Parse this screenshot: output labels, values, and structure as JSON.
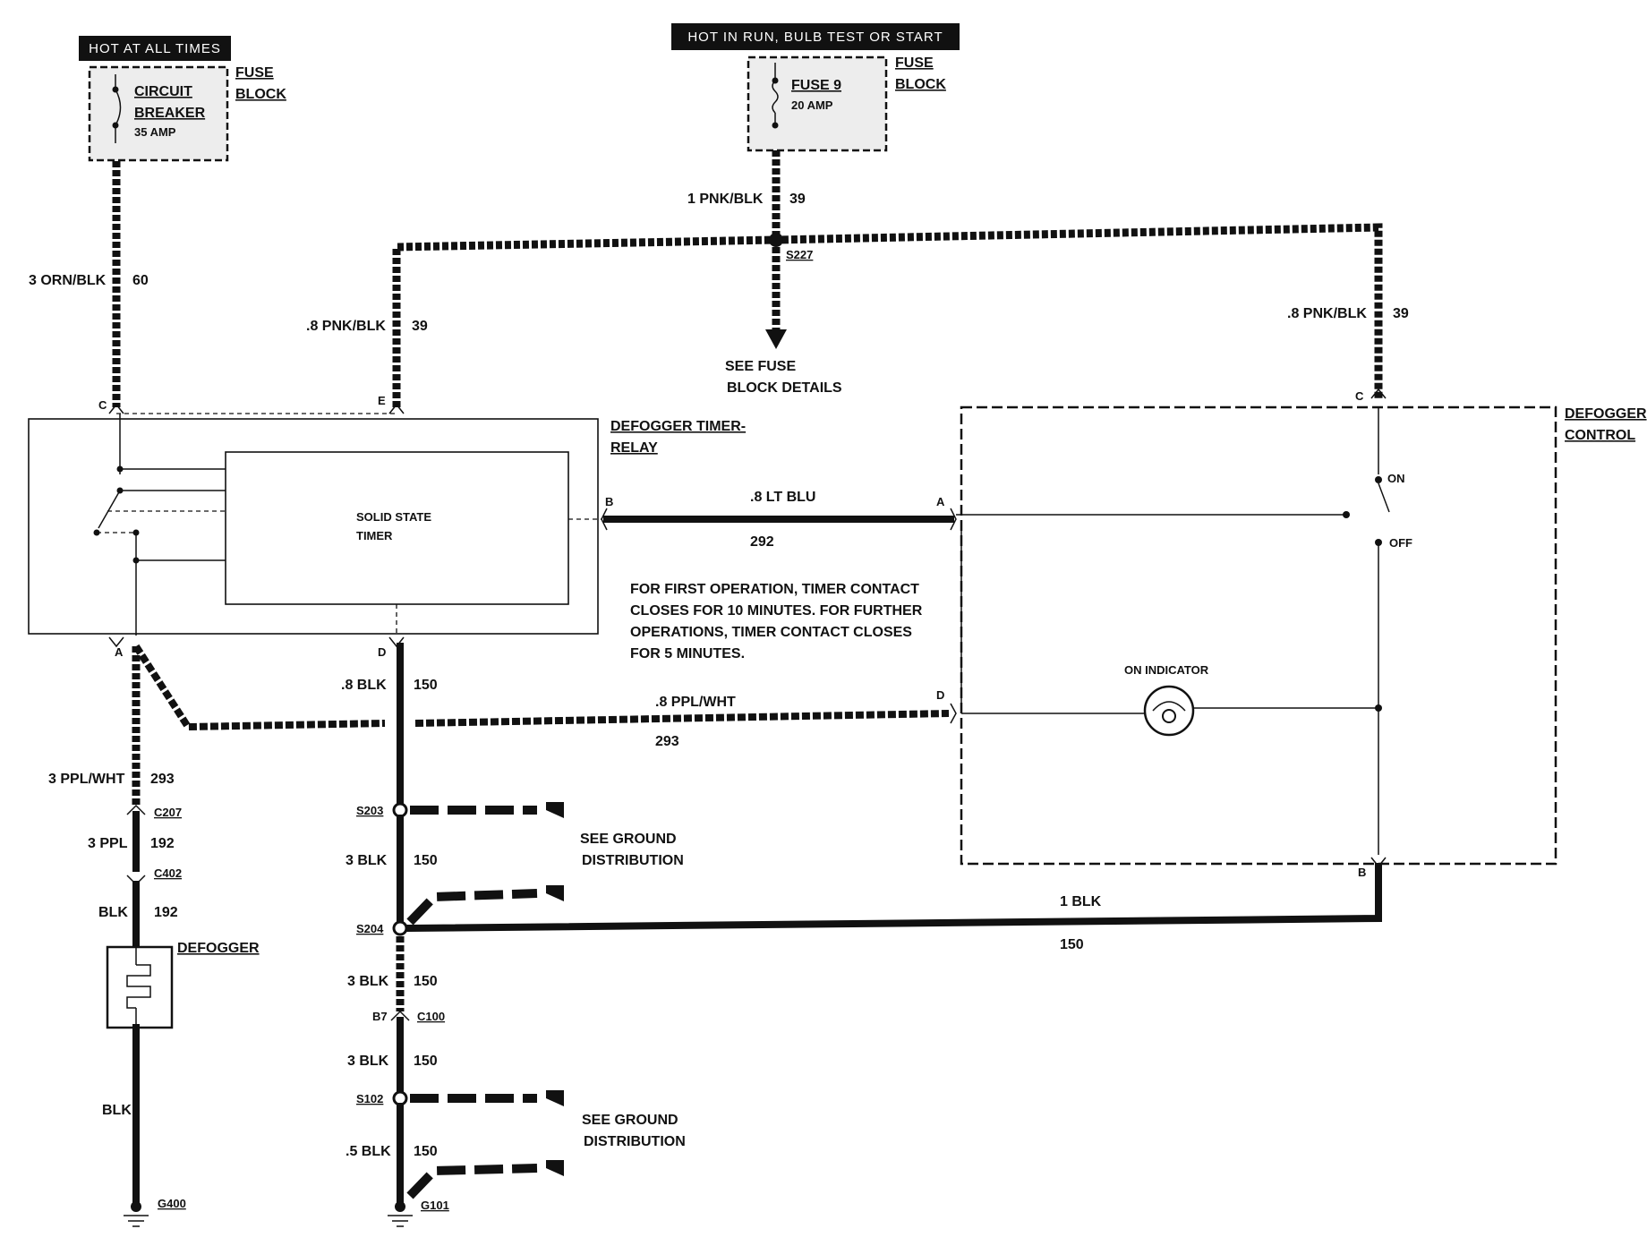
{
  "headers": {
    "hot_at_all_times": "HOT AT ALL TIMES",
    "hot_in_run": "HOT IN RUN, BULB TEST OR START"
  },
  "fuse_block_left": {
    "label_line1": "FUSE",
    "label_line2": "BLOCK",
    "device_line1": "CIRCUIT",
    "device_line2": "BREAKER",
    "rating": "35 AMP"
  },
  "fuse_block_right": {
    "label_line1": "FUSE",
    "label_line2": "BLOCK",
    "device_line1": "FUSE 9",
    "rating": "20 AMP"
  },
  "wires": {
    "orn_blk": {
      "label": "3 ORN/BLK",
      "circuit": "60"
    },
    "pnk_blk_1": {
      "label": "1 PNK/BLK",
      "circuit": "39"
    },
    "pnk_blk_left": {
      "label": ".8 PNK/BLK",
      "circuit": "39"
    },
    "pnk_blk_right": {
      "label": ".8 PNK/BLK",
      "circuit": "39"
    },
    "lt_blu": {
      "label": ".8 LT BLU",
      "circuit": "292"
    },
    "ppl_wht_h": {
      "label": ".8 PPL/WHT",
      "circuit": "293"
    },
    "ppl_wht_v": {
      "label": "3 PPL/WHT",
      "circuit": "293"
    },
    "ppl": {
      "label": "3 PPL",
      "circuit": "192"
    },
    "blk_192": {
      "label": "BLK",
      "circuit": "192"
    },
    "blk_bottom": {
      "label": "BLK"
    },
    "blk_d": {
      "label": ".8 BLK",
      "circuit": "150"
    },
    "blk_3a": {
      "label": "3 BLK",
      "circuit": "150"
    },
    "blk_3b": {
      "label": "3 BLK",
      "circuit": "150"
    },
    "blk_3c": {
      "label": "3 BLK",
      "circuit": "150"
    },
    "blk_5": {
      "label": ".5 BLK",
      "circuit": "150"
    },
    "blk_1": {
      "label": "1 BLK",
      "circuit": "150"
    }
  },
  "splices": {
    "s227": "S227",
    "s203": "S203",
    "s204": "S204",
    "s102": "S102"
  },
  "connectors": {
    "c207": "C207",
    "c402": "C402",
    "c100": "C100",
    "c100_pin": "B7"
  },
  "grounds": {
    "g400": "G400",
    "g101": "G101"
  },
  "notes": {
    "see_fuse_1": "SEE FUSE",
    "see_fuse_2": "BLOCK DETAILS",
    "see_ground_a1": "SEE GROUND",
    "see_ground_a2": "DISTRIBUTION",
    "see_ground_b1": "SEE GROUND",
    "see_ground_b2": "DISTRIBUTION",
    "timer_1": "FOR FIRST OPERATION, TIMER CONTACT",
    "timer_2": "CLOSES FOR 10 MINUTES. FOR FURTHER",
    "timer_3": "OPERATIONS, TIMER CONTACT CLOSES",
    "timer_4": "FOR 5 MINUTES."
  },
  "timer_relay": {
    "label_line1": "DEFOGGER TIMER-",
    "label_line2": "RELAY",
    "inner_line1": "SOLID STATE",
    "inner_line2": "TIMER",
    "pin_c": "C",
    "pin_e": "E",
    "pin_b": "B",
    "pin_a": "A",
    "pin_d": "D"
  },
  "defogger_control": {
    "label_line1": "DEFOGGER",
    "label_line2": "CONTROL",
    "pin_c": "C",
    "pin_a": "A",
    "pin_d": "D",
    "pin_b": "B",
    "on": "ON",
    "off": "OFF",
    "indicator": "ON INDICATOR"
  },
  "defogger": {
    "label": "DEFOGGER"
  }
}
